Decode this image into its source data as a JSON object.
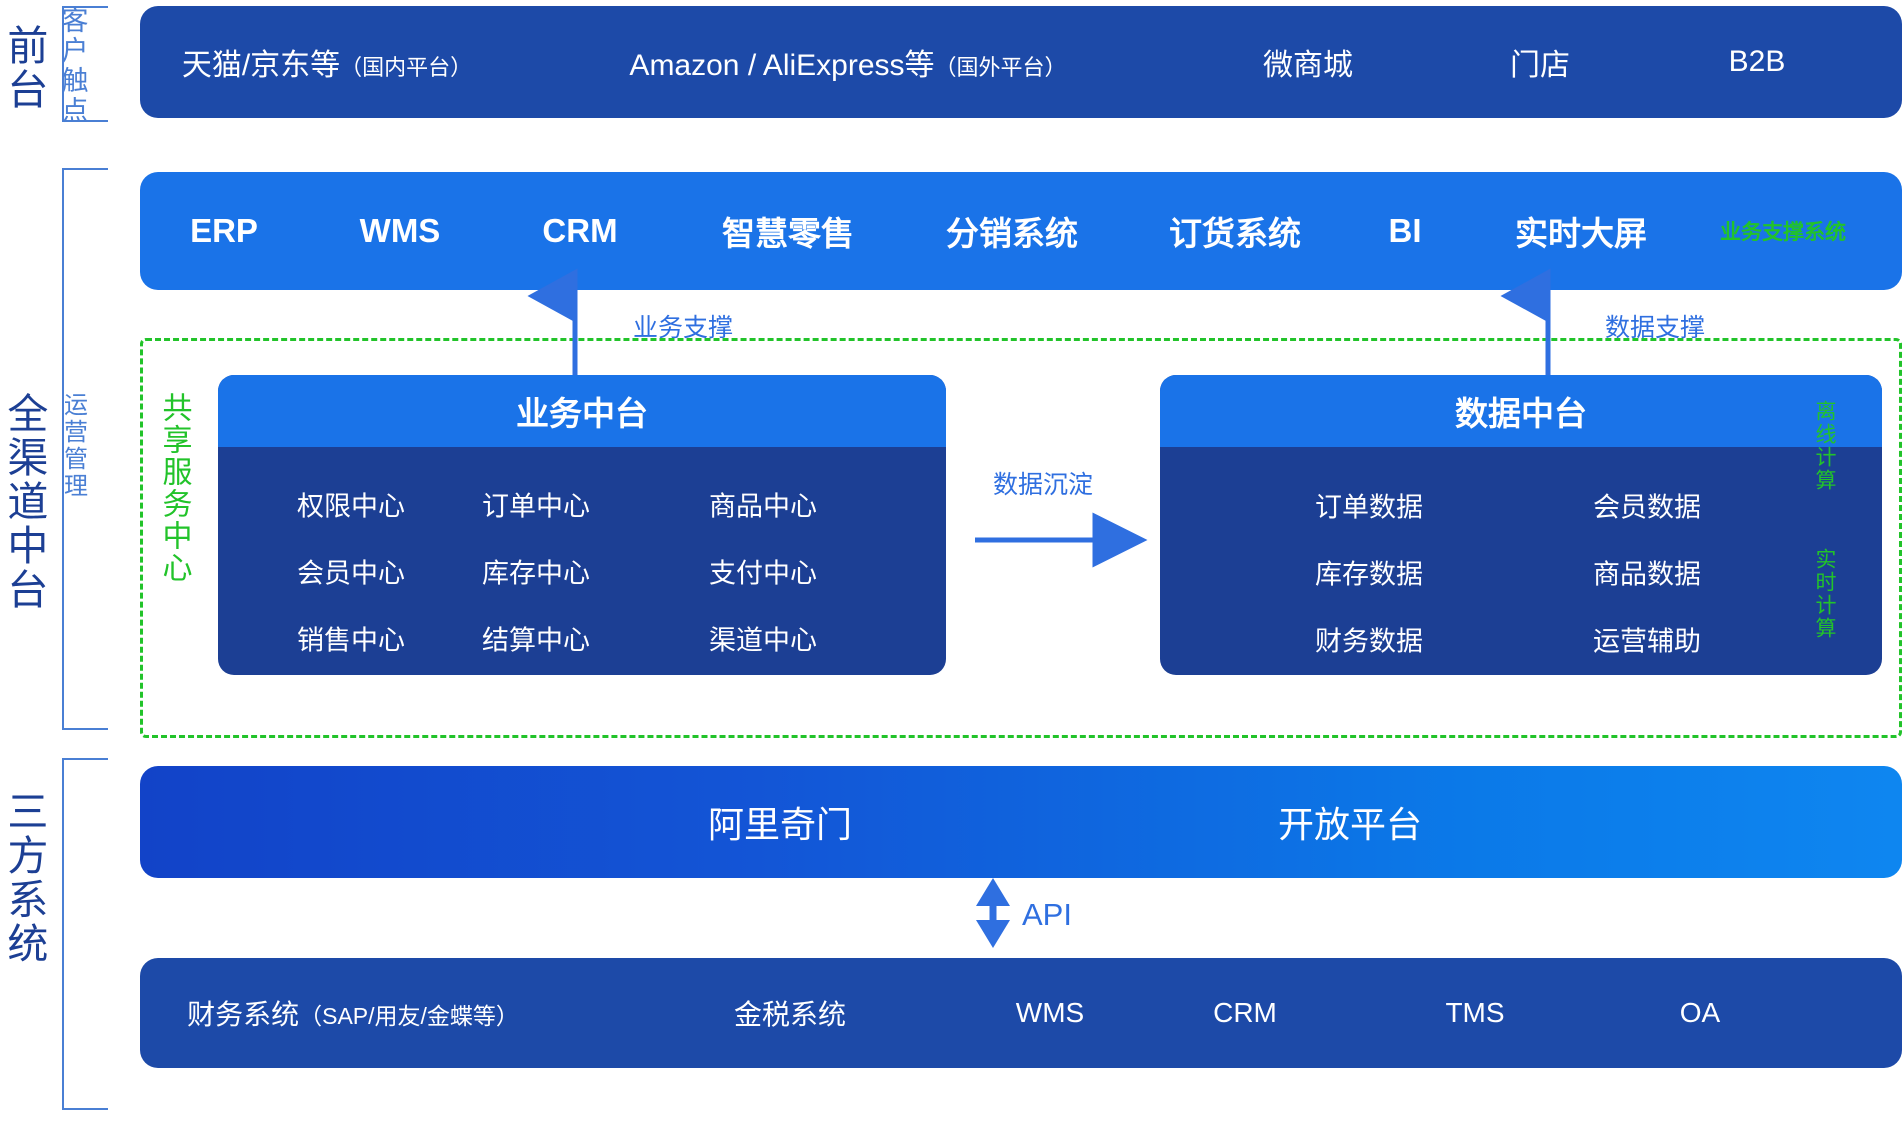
{
  "colors": {
    "deep_blue": "#1d4aa8",
    "bright_blue": "#1a73e8",
    "card_body_blue": "#1c3f94",
    "green": "#22c32a",
    "arrow_blue": "#2f6fe0",
    "rail_blue": "#4a7fd4",
    "label_navy": "#1c3f94"
  },
  "side_labels": {
    "frontend_major": "前台",
    "frontend_minor": "客户触点",
    "middle_major": "全渠道中台",
    "middle_minor": "运营管理",
    "third_major": "三方系统"
  },
  "frontend_row": {
    "items": [
      {
        "main": "天猫/京东等",
        "sub": "（国内平台）"
      },
      {
        "main": "Amazon / AliExpress等",
        "sub": "（国外平台）"
      },
      {
        "main": "微商城",
        "sub": ""
      },
      {
        "main": "门店",
        "sub": ""
      },
      {
        "main": "B2B",
        "sub": ""
      }
    ]
  },
  "support_row": {
    "items": [
      "ERP",
      "WMS",
      "CRM",
      "智慧零售",
      "分销系统",
      "订货系统",
      "BI",
      "实时大屏"
    ],
    "green_tag": "业务支撑系统"
  },
  "shared_services": {
    "vertical_label": "共享服务中心"
  },
  "business_center": {
    "title": "业务中台",
    "columns": [
      [
        "权限中心",
        "会员中心",
        "销售中心"
      ],
      [
        "订单中心",
        "库存中心",
        "结算中心"
      ],
      [
        "商品中心",
        "支付中心",
        "渠道中心"
      ]
    ]
  },
  "data_center": {
    "title": "数据中台",
    "columns": [
      [
        "订单数据",
        "库存数据",
        "财务数据"
      ],
      [
        "会员数据",
        "商品数据",
        "运营辅助"
      ]
    ],
    "green_tags": [
      "离线计算",
      "实时计算"
    ]
  },
  "connectors": {
    "business_support": "业务支撑",
    "data_support": "数据支撑",
    "data_sedimentation": "数据沉淀",
    "api": "API"
  },
  "open_platform_row": {
    "items": [
      "阿里奇门",
      "开放平台"
    ]
  },
  "third_party_row": {
    "items": [
      {
        "main": "财务系统",
        "sub": "（SAP/用友/金蝶等）"
      },
      {
        "main": "金税系统",
        "sub": ""
      },
      {
        "main": "WMS",
        "sub": ""
      },
      {
        "main": "CRM",
        "sub": ""
      },
      {
        "main": "TMS",
        "sub": ""
      },
      {
        "main": "OA",
        "sub": ""
      }
    ]
  }
}
